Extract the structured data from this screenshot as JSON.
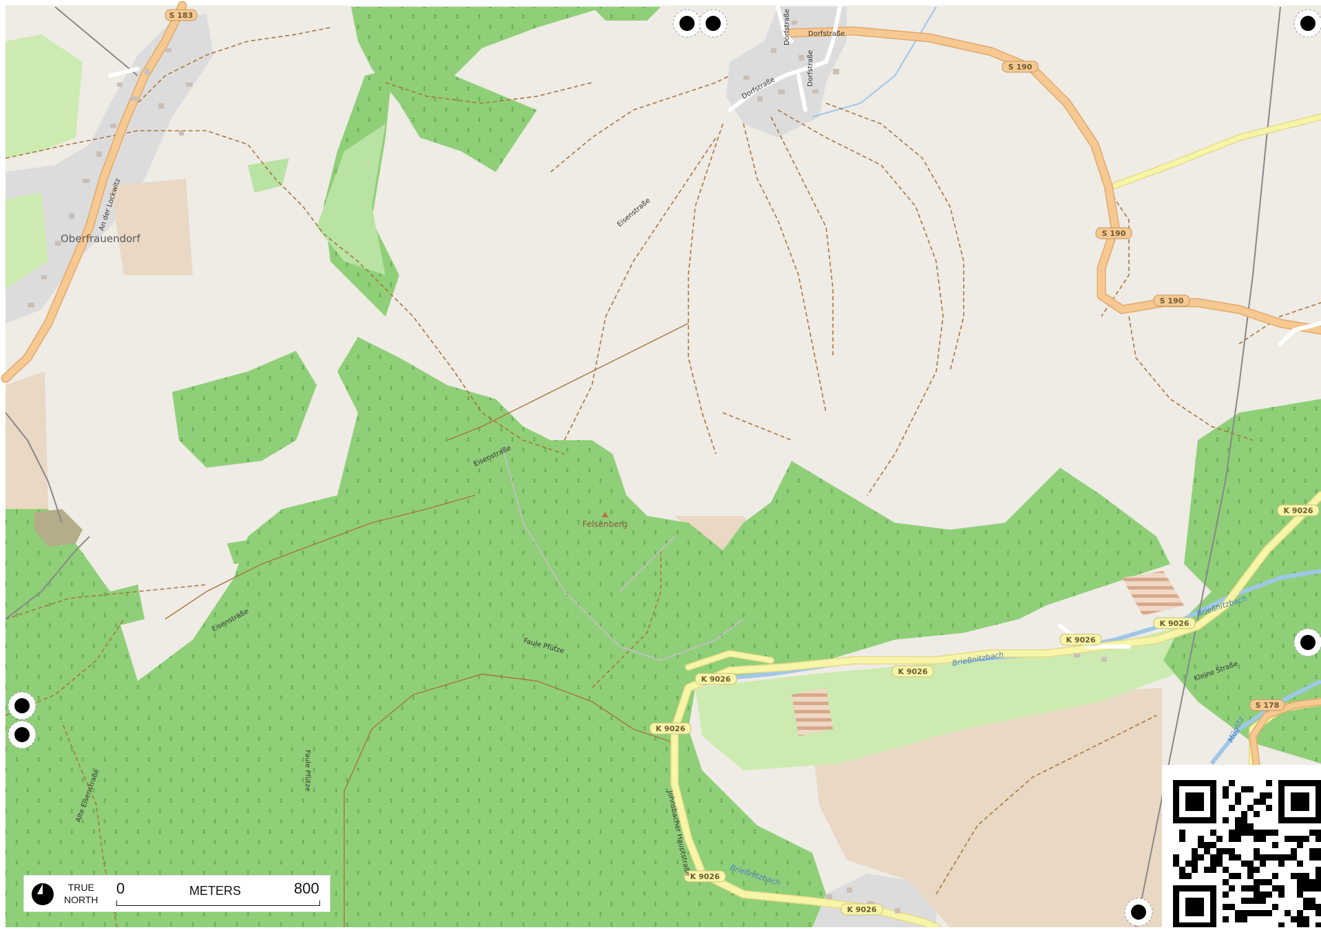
{
  "colors": {
    "background": "#efebe5",
    "forest": "#8fcf78",
    "meadow": "#cdebb0",
    "farmyard": "#e8d8c4",
    "residential": "#dcdcdc",
    "path": "#a8743a",
    "primary_road": "#f7c992",
    "secondary_road": "#f7f5a8",
    "river": "#9ec7e8",
    "rail": "#888888"
  },
  "places": {
    "village": "Oberfrauendorf",
    "peak": "Felsenberg"
  },
  "roads": {
    "s183": "S 183",
    "s190": "S 190",
    "k9026": "K 9026",
    "s178": "S 178",
    "dorfstrasse": "Dorfstraße",
    "an_der_lockwitz": "An der Lockwitz",
    "eisenstrasse": "Eisenstraße",
    "faule_pfuetze": "Faule Pfütze",
    "alte_eisenstrasse": "Alte Eisenstraße",
    "johnsbacher": "Johnsbacher Hauptstraße",
    "kleine_strasse": "Kleine Straße"
  },
  "waterways": {
    "briessnitzbach": "Brießnitzbach",
    "mueglitz": "Müglitz"
  },
  "scale": {
    "north_line1": "TRUE",
    "north_line2": "NORTH",
    "zero": "0",
    "unit": "METERS",
    "max": "800"
  }
}
